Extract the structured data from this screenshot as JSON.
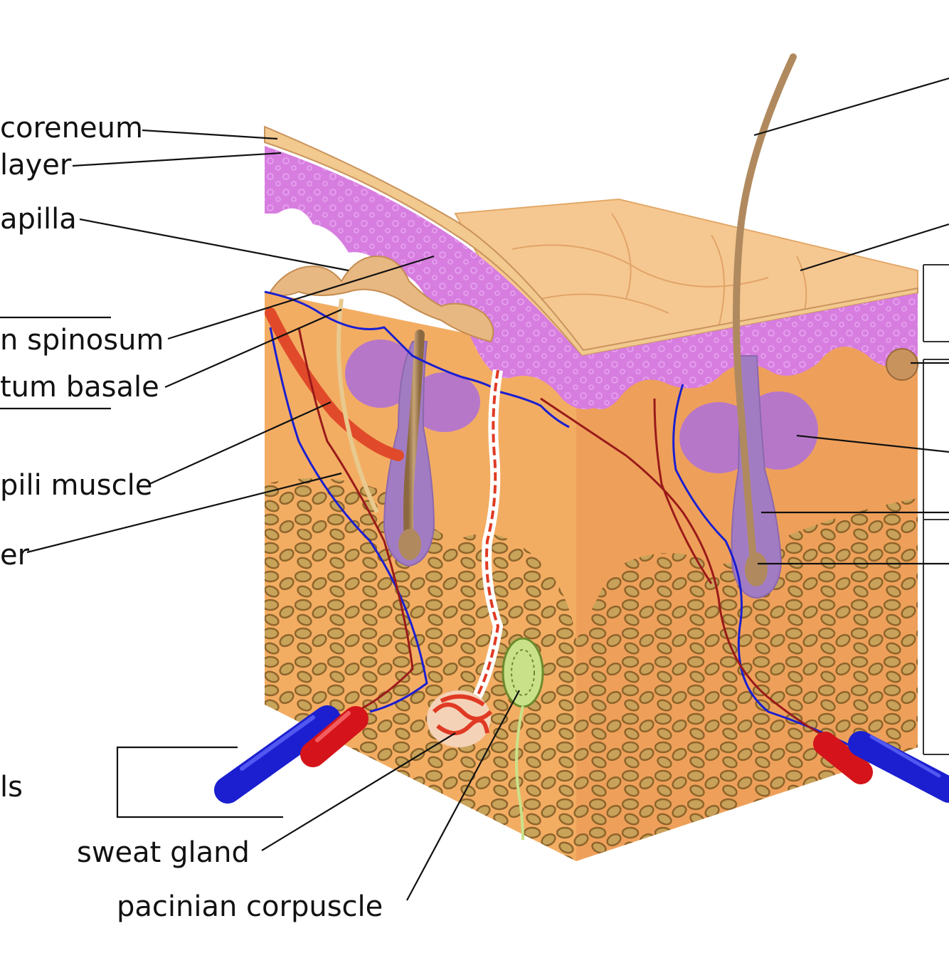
{
  "labels": {
    "stratum_corneum": "coreneum",
    "granular_layer": "layer",
    "dermal_papilla": "apilla",
    "stratum_spinosum": "n spinosum",
    "stratum_basale": "tum basale",
    "arrector_pili_muscle": "pili muscle",
    "layer": "er",
    "vessels": "ls",
    "sweat_gland": "sweat gland",
    "pacinian_corpuscle": "pacinian corpuscle"
  },
  "colors": {
    "background": "#ffffff",
    "skin_top": "#f6c891",
    "skin_front": "#f3ad63",
    "skin_side": "#e89c4e",
    "epidermis": "#d77de0",
    "epidermis_dark": "#b65ec4",
    "stratum_corneum": "#f2c98e",
    "hair": "#b08a5e",
    "hair_follicle": "#a27cc2",
    "sebaceous_gland": "#b777c9",
    "fat_cell": "#a57c3a",
    "fat_cell_fill": "#c6a25a",
    "artery": "#e02a20",
    "vein": "#1b1fd0",
    "nerve": "#c9e28a",
    "leader_line": "#111111"
  }
}
